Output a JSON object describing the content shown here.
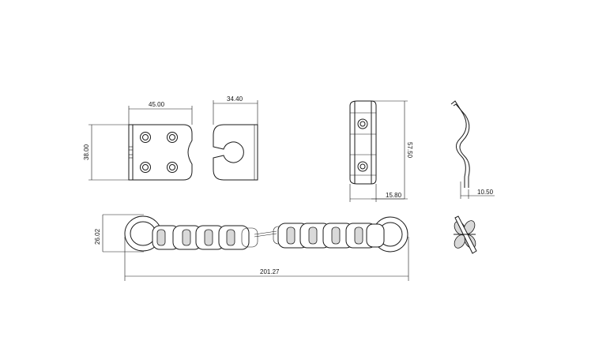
{
  "drawing": {
    "dimensions": {
      "plate_width": "45.00",
      "plate_height": "38.00",
      "keeper_width": "34.40",
      "side_height": "57.50",
      "side_depth": "15.80",
      "hook_offset": "10.50",
      "chain_height": "26.02",
      "chain_length": "201.27"
    }
  }
}
